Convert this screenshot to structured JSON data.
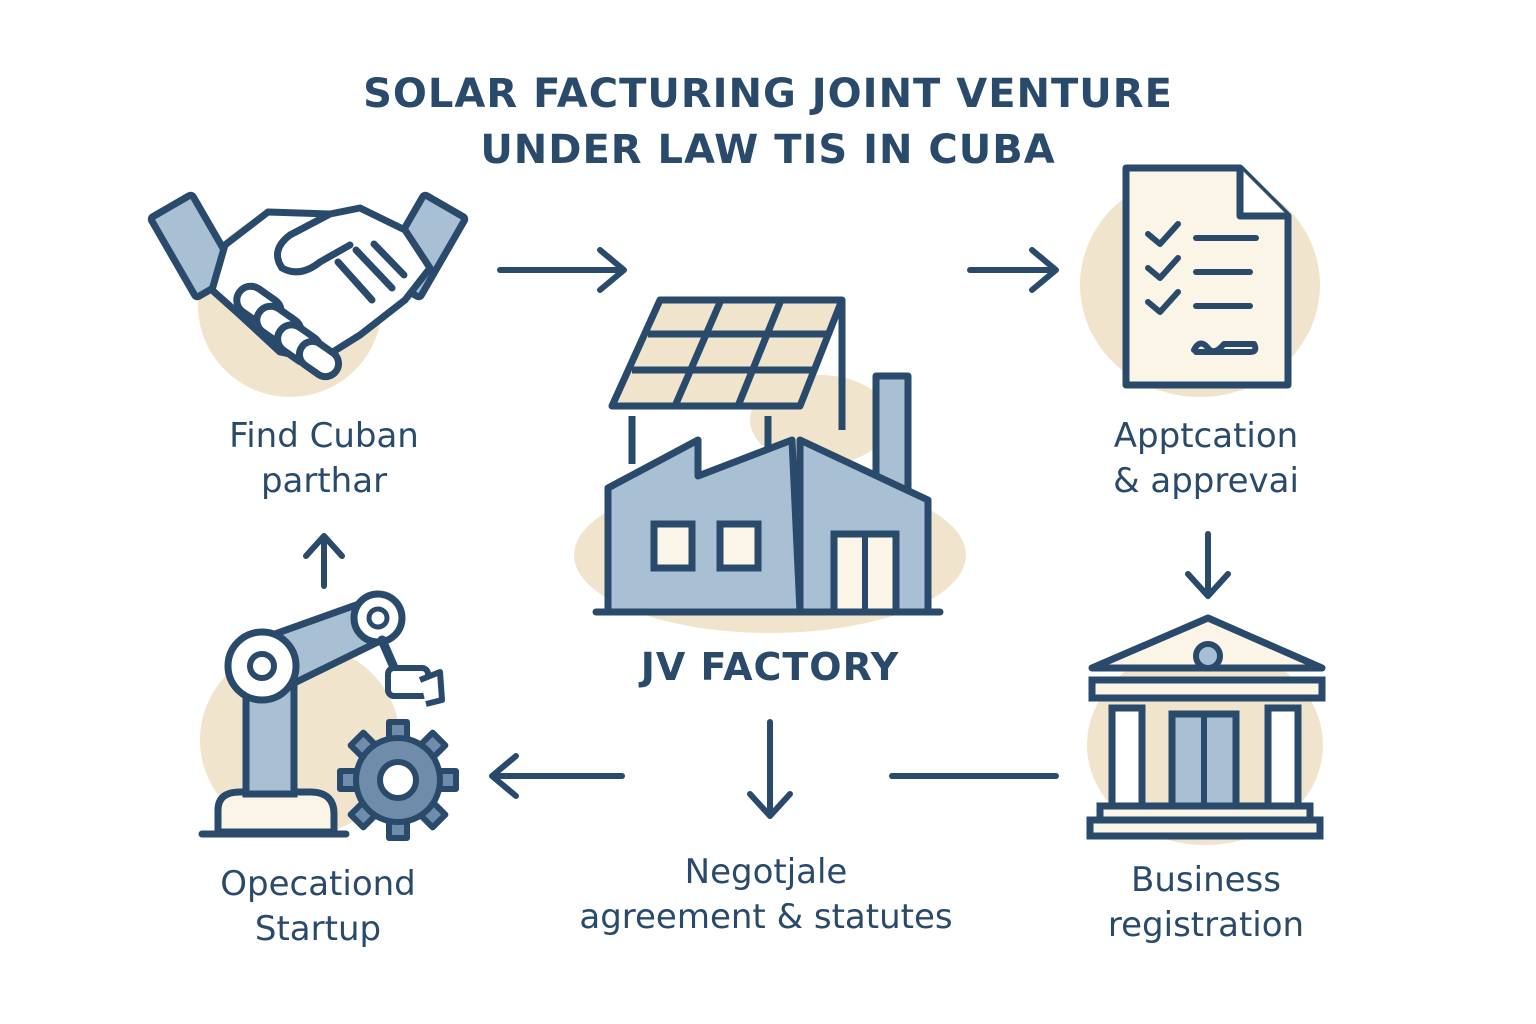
{
  "title": {
    "line1": "SOLAR FACTURING JOINT VENTURE",
    "line2": "UNDER LAW TIS IN CUBA"
  },
  "center": {
    "label": "JV FACTORY",
    "icon": "solar-factory-icon"
  },
  "steps": [
    {
      "id": "find-partner",
      "line1": "Find Cuban",
      "line2": "parthar",
      "icon": "handshake-icon"
    },
    {
      "id": "application",
      "line1": "Apptcation",
      "line2": "& apprevai",
      "icon": "checklist-document-icon"
    },
    {
      "id": "business-registration",
      "line1": "Business",
      "line2": "registration",
      "icon": "government-building-icon"
    },
    {
      "id": "negotiate",
      "line1": "Negotjale",
      "line2": "agreement & statutes",
      "icon": "down-arrow-icon"
    },
    {
      "id": "operational-startup",
      "line1": "Opecationd",
      "line2": "Startup",
      "icon": "robot-arm-gear-icon"
    }
  ],
  "colors": {
    "stroke": "#2a4a6b",
    "fill_blue": "#a9bfd3",
    "fill_beige": "#f1e4cc",
    "fill_cream": "#fbf5e8"
  }
}
